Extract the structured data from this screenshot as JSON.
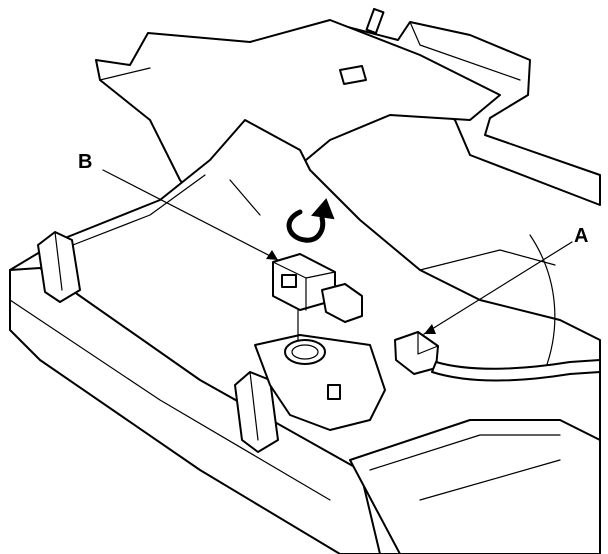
{
  "diagram": {
    "callouts": [
      {
        "id": "A",
        "label": "A"
      },
      {
        "id": "B",
        "label": "B"
      }
    ]
  }
}
